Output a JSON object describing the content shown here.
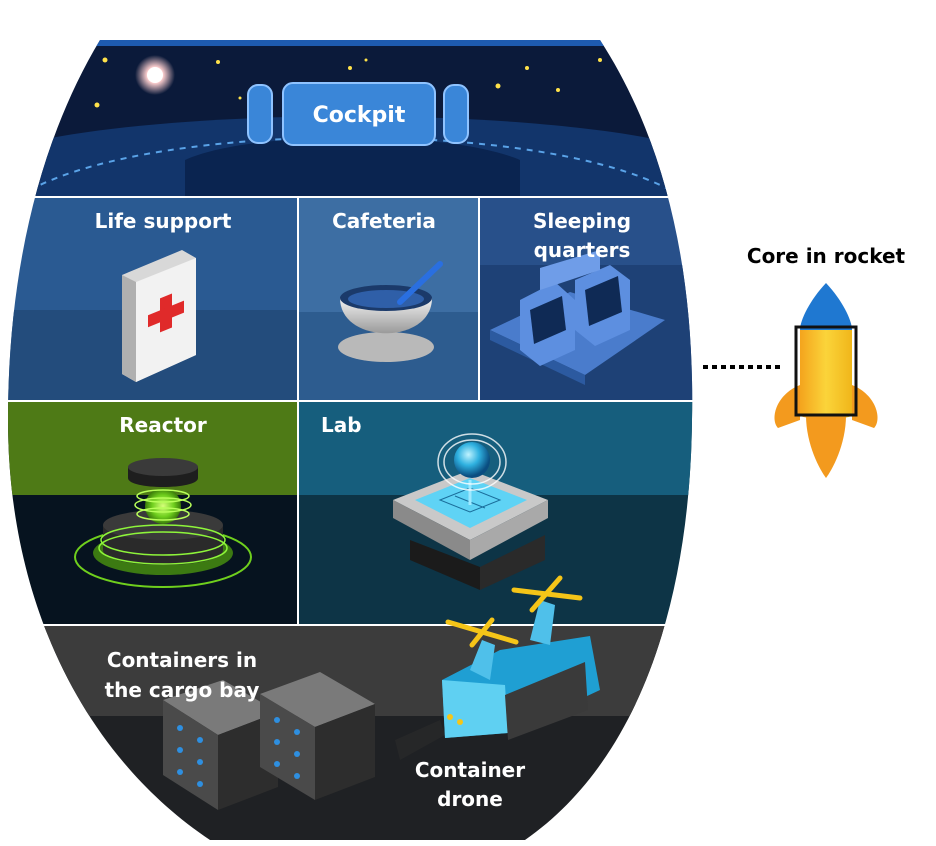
{
  "rooms": {
    "cockpit": "Cockpit",
    "life_support": "Life support",
    "cafeteria": "Cafeteria",
    "sleeping": [
      "Sleeping",
      "quarters"
    ],
    "reactor": "Reactor",
    "lab": "Lab",
    "containers": [
      "Containers in",
      "the cargo bay"
    ],
    "drone": [
      "Container",
      "drone"
    ]
  },
  "rocket": {
    "title": "Core in rocket"
  },
  "colors": {
    "cockpit_sky": "#0b1a3a",
    "cockpit_button": "#3a86d8",
    "life_support_bg": "#2a5a92",
    "cafeteria_bg": "#3d6ea3",
    "sleeping_bg": "#28508a",
    "reactor_top": "#4e7a16",
    "reactor_glow": "#8ef53a",
    "lab_bg": "#165e7d",
    "cargo_bg": "#3c3c3c",
    "rocket_body": "#f6c21a",
    "rocket_nose": "#1f78d1",
    "rocket_fins": "#f39a1e"
  },
  "icons": [
    "star-icon",
    "first-aid-kit-icon",
    "bowl-icon",
    "building-icon",
    "reactor-icon",
    "hologram-icon",
    "server-rack-icon",
    "drone-icon",
    "rocket-icon"
  ]
}
